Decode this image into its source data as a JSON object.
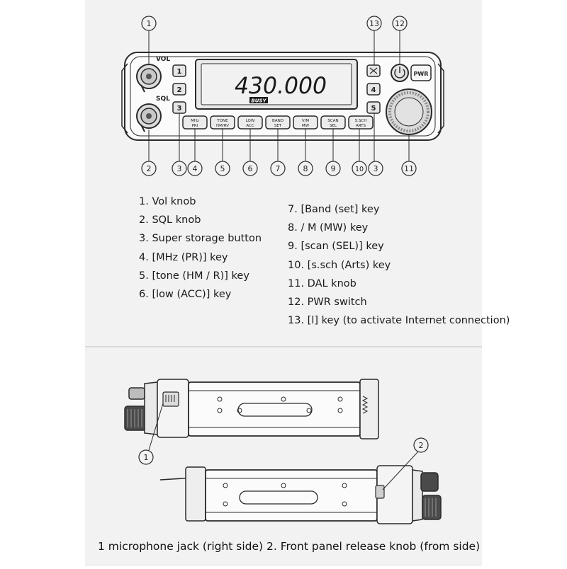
{
  "front_panel": {
    "frequency": "430.000",
    "busy": "BUSY",
    "vol": "VOL",
    "sql": "SQL",
    "pwr": "PWR",
    "memory_buttons": [
      "1",
      "2",
      "3",
      "4",
      "5"
    ],
    "keys": [
      {
        "top": "MHz",
        "bottom": "PRI"
      },
      {
        "top": "TONE",
        "bottom": "HM/RV"
      },
      {
        "top": "LOW",
        "bottom": "ACC"
      },
      {
        "top": "BAND",
        "bottom": "SET"
      },
      {
        "top": "V/M",
        "bottom": "MW"
      },
      {
        "top": "SCAN",
        "bottom": "SEL"
      },
      {
        "top": "S.SCH",
        "bottom": "ARTS"
      }
    ]
  },
  "callouts": {
    "top": [
      "1",
      "13",
      "12"
    ],
    "bottom": [
      "2",
      "3",
      "4",
      "5",
      "6",
      "7",
      "8",
      "9",
      "10",
      "3",
      "11"
    ],
    "side": [
      "1",
      "2"
    ]
  },
  "legend_left": [
    "1. Vol knob",
    "2. SQL knob",
    "3. Super storage button",
    "4. [MHz (PR)] key",
    "5. [tone (HM / R)] key",
    "6. [low (ACC)] key"
  ],
  "legend_right": [
    "7. [Band (set] key",
    "8. / M (MW) key",
    "9. [scan (SEL)] key",
    "10. [s.sch (Arts) key",
    "11. DAL knob",
    "12. PWR switch",
    "13. [l] key (to activate Internet connection)"
  ],
  "caption": "1 microphone jack (right side) 2. Front panel release knob (from side)",
  "colors": {
    "panel_bg": "#f2f2f2",
    "lines": "#2a2a2a",
    "display": "#e9e9e9"
  }
}
